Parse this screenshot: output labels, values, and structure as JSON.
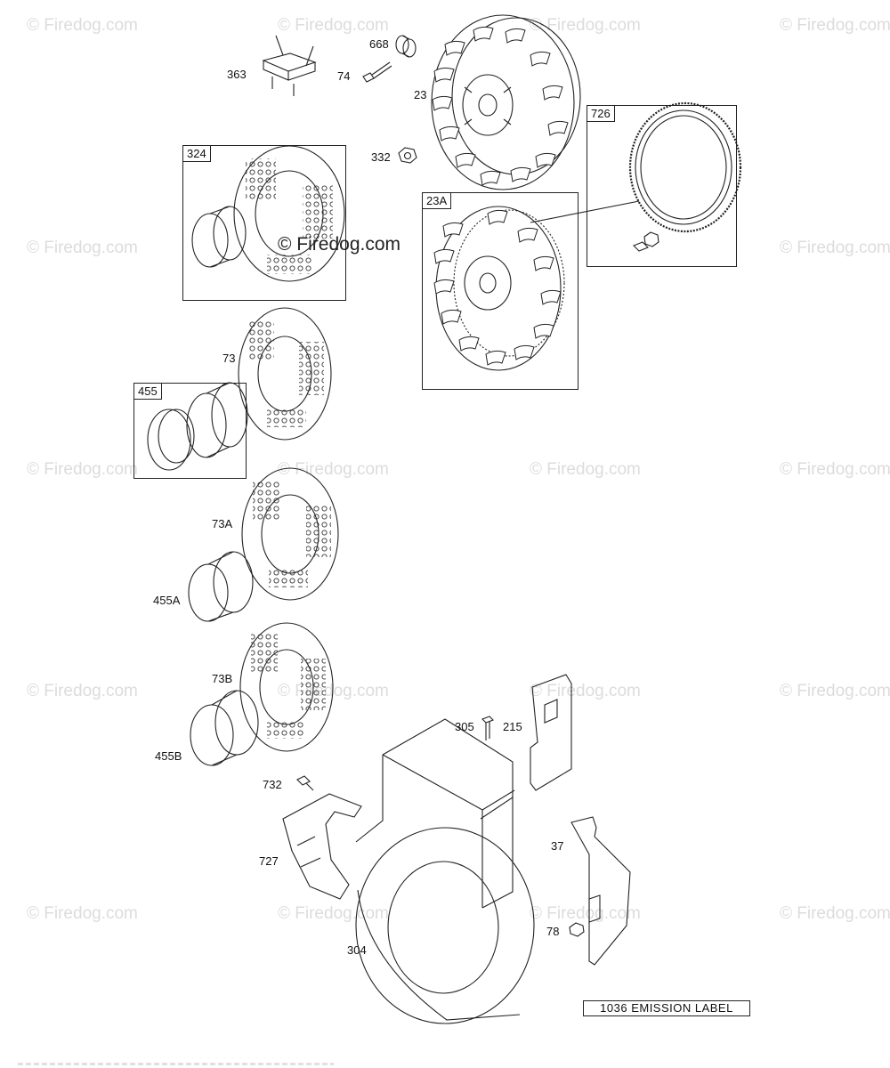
{
  "watermark": "© Firedog.com",
  "center_watermark": "© Firedog.com",
  "emission_label": "1036 EMISSION LABEL",
  "boxes": {
    "b324": "324",
    "b726": "726",
    "b23A": "23A",
    "b455": "455"
  },
  "labels": {
    "p363": "363",
    "p668": "668",
    "p74": "74",
    "p23": "23",
    "p332": "332",
    "p73": "73",
    "p73A": "73A",
    "p455A": "455A",
    "p73B": "73B",
    "p455B": "455B",
    "p305": "305",
    "p215": "215",
    "p732": "732",
    "p727": "727",
    "p37": "37",
    "p304": "304",
    "p78": "78"
  }
}
